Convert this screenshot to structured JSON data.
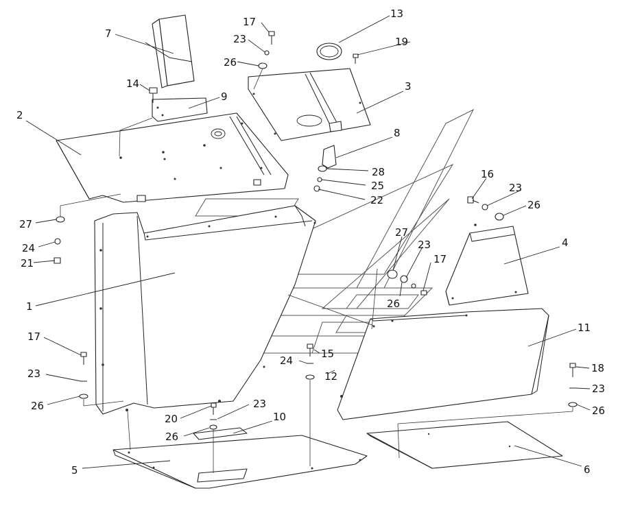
{
  "diagram": {
    "callouts": [
      "1",
      "2",
      "3",
      "4",
      "5",
      "6",
      "7",
      "8",
      "9",
      "10",
      "11",
      "12",
      "13",
      "14",
      "15",
      "16",
      "17",
      "18",
      "19",
      "20",
      "21",
      "22",
      "23",
      "24",
      "25",
      "26",
      "27",
      "28"
    ]
  }
}
